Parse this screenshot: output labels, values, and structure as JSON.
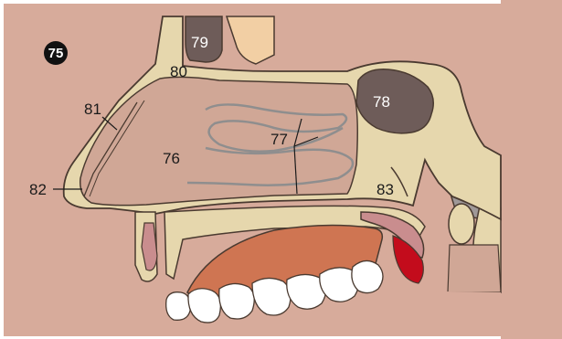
{
  "figure": {
    "number": "75"
  },
  "labels": {
    "l76": "76",
    "l77": "77",
    "l78": "78",
    "l79": "79",
    "l80": "80",
    "l81": "81",
    "l82": "82",
    "l83": "83"
  },
  "colors": {
    "background": "#d7ab9b",
    "bone": "#e6d7ad",
    "cavity": "#d0a796",
    "sinus": "#6e5c59",
    "tongue": "#cf7552",
    "palate": "#c98d8e",
    "uvula": "#c30c1c",
    "teeth": "#ffffff",
    "outline": "#4a3a30",
    "turbinate": "#8f8e8e",
    "skin_light": "#f2cfa4",
    "pharynx": "#9f9898"
  }
}
